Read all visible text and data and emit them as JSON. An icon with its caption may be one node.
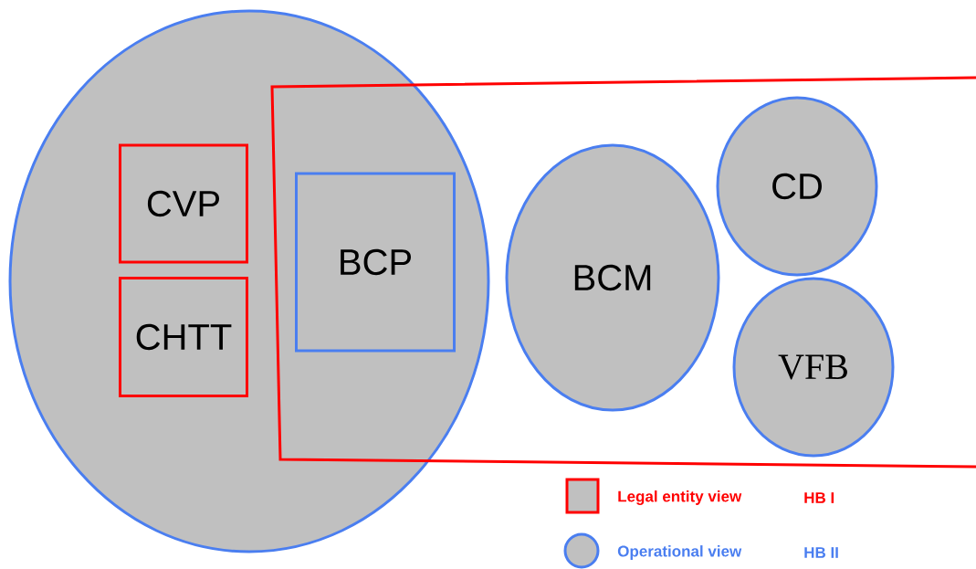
{
  "diagram": {
    "nodes": [
      {
        "text": [],
        "shape": "circle"
      },
      {
        "text": [
          "CVP"
        ],
        "in": 0
      },
      {
        "text": [
          "CHTT"
        ],
        "in": 0
      },
      {
        "text": [],
        "shape": "box"
      },
      {
        "text": [
          "BCP"
        ]
      },
      {
        "text": [
          "BCM"
        ],
        "in": 3
      },
      {
        "text": [
          "CD"
        ],
        "in": 3
      },
      {
        "text": [
          "VFB"
        ],
        "in": 3
      }
    ],
    "labels": [
      "HB I",
      "HB II"
    ],
    "legend": [
      {
        "text": "Legal entity view"
      },
      {
        "text": "Operational view"
      }
    ]
  }
}
